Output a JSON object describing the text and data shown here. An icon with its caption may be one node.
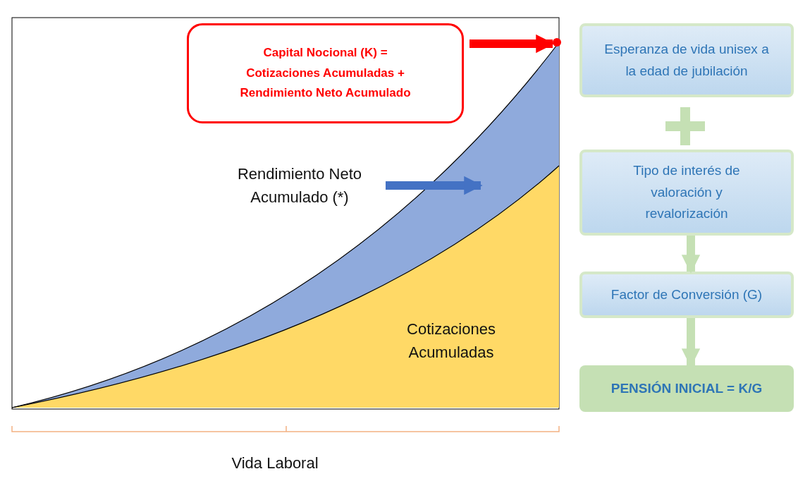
{
  "diagram": {
    "nodes": [
      {
        "text": [
          "Capital Nocional (K) = Cotizaciones Acumuladas + Rendimiento Neto Acumulado"
        ]
      },
      {
        "text": [],
        "shape": "circle"
      },
      {
        "text": [
          "Rendimiento Neto Acumulado (*)"
        ]
      },
      {
        "text": [
          "Esperanza de vida unisex a la edad de jubilación"
        ]
      },
      {
        "text": [
          "Tipo de interés de valoración y revalorización"
        ]
      },
      {
        "text": [
          "Factor de Conversión (G)"
        ]
      },
      {
        "text": [
          "PENSIÓN INICIAL = K/G"
        ]
      }
    ],
    "edges": [
      {
        "from": 0,
        "to": 1,
        "arrow": "to",
        "color": "#ff0000"
      },
      {
        "from": 2,
        "to": null,
        "arrow": "to",
        "color": "#4472c4"
      },
      {
        "from": 4,
        "to": 5,
        "arrow": "to"
      },
      {
        "from": 5,
        "to": 6,
        "arrow": "to"
      }
    ],
    "labels": [
      "Cotizaciones Acumuladas",
      "Vida Laboral"
    ]
  }
}
